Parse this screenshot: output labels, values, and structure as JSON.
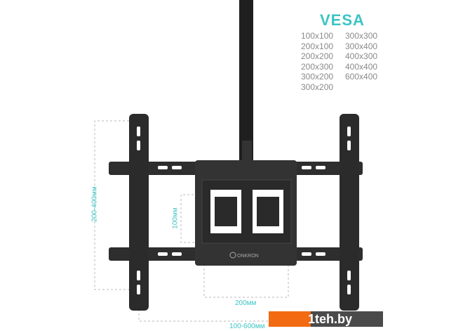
{
  "vesa": {
    "title": "VESA",
    "sizes": [
      "100x100",
      "300x300",
      "200x100",
      "300x400",
      "200x200",
      "400x300",
      "200x300",
      "400x400",
      "300x200",
      "600x400",
      "300x200"
    ]
  },
  "dimensions": {
    "height_range": "200-400мм",
    "plate_height": "100мм",
    "plate_width": "200мм",
    "width_range": "100-600мм"
  },
  "brand": {
    "logo_text": "ONKRON"
  },
  "watermark": {
    "text": "1teh.by"
  },
  "colors": {
    "accent": "#3cc4c4",
    "mount": "#2b2b2b",
    "watermark_orange": "#f26a12"
  }
}
